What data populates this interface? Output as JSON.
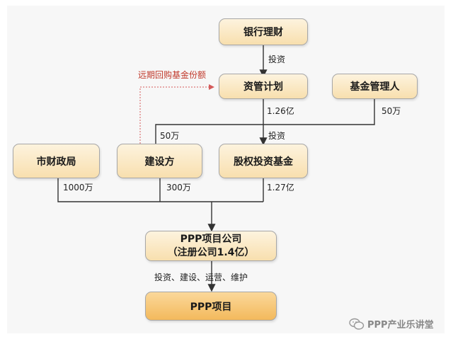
{
  "nodes": {
    "bank": "银行理财",
    "asset_plan": "资管计划",
    "fund_manager": "基金管理人",
    "finance_bureau": "市财政局",
    "builder": "建设方",
    "equity_fund": "股权投资基金",
    "ppp_company_line1": "PPP项目公司",
    "ppp_company_line2": "（注册公司1.4亿）",
    "ppp_project": "PPP项目"
  },
  "labels": {
    "invest_1": "投资",
    "redeem": "远期回购基金份额",
    "amount_126": "1.26亿",
    "amount_50_mgr": "50万",
    "amount_50_builder": "50万",
    "invest_2": "投资",
    "amount_1000": "1000万",
    "amount_300": "300万",
    "amount_127": "1.27亿",
    "operations": "投资、建设、运营、维护"
  },
  "watermark": "PPP产业乐讲堂",
  "colors": {
    "box_light": "#f8dfae",
    "box_strong": "#f3b95c",
    "line": "#333333",
    "redeem_line": "#d45a5a"
  }
}
